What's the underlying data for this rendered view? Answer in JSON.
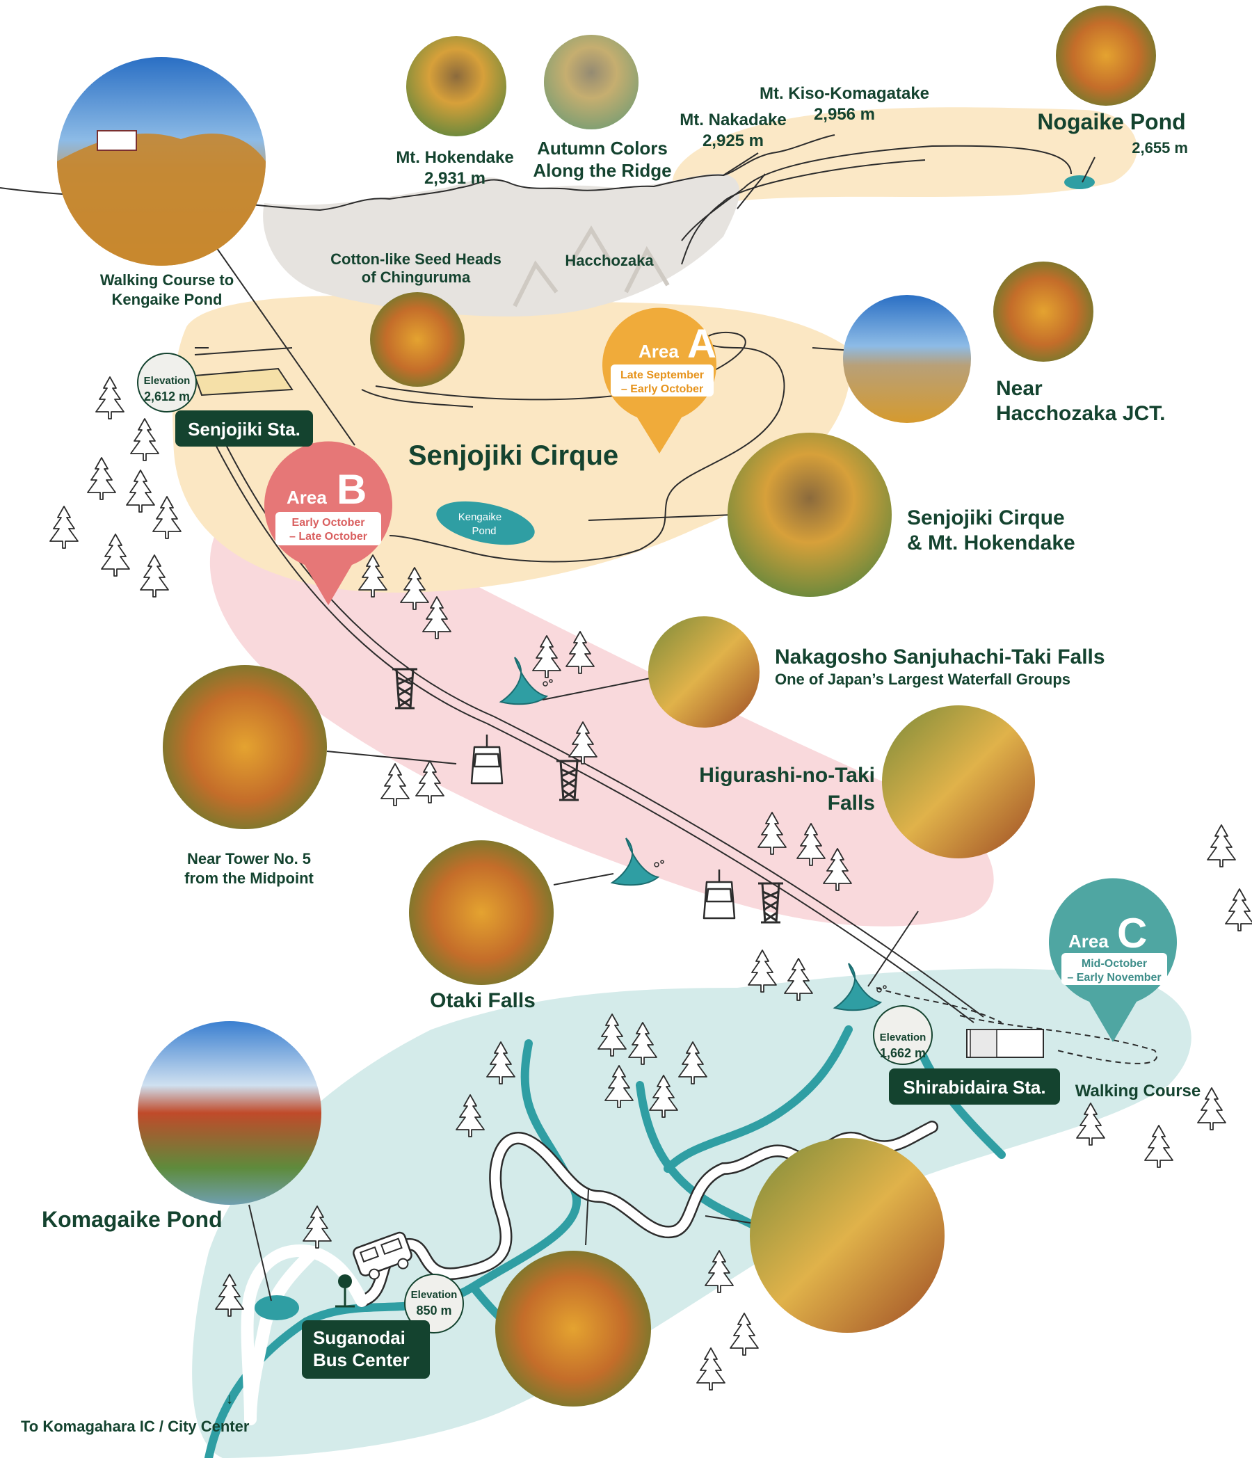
{
  "colors": {
    "dark_green": "#14432f",
    "area_a": "#f0ab3a",
    "area_a_zone": "#fbe7c3",
    "area_b": "#e67777",
    "area_b_zone": "#f9d9dc",
    "area_c": "#4fa6a2",
    "area_c_zone": "#d4ebea",
    "river": "#2f9ea3",
    "pond": "#2f9ea3"
  },
  "areas": {
    "a": {
      "word": "Area",
      "letter": "A",
      "period_line1": "Late September",
      "period_line2": "– Early October"
    },
    "b": {
      "word": "Area",
      "letter": "B",
      "period_line1": "Early October",
      "period_line2": "– Late October"
    },
    "c": {
      "word": "Area",
      "letter": "C",
      "period_line1": "Mid-October",
      "period_line2": "– Early November"
    }
  },
  "stations": {
    "senjojiki": {
      "name": "Senjojiki Sta.",
      "elev_word": "Elevation",
      "elev": "2,612 m"
    },
    "shirabidaira": {
      "name": "Shirabidaira Sta.",
      "elev_word": "Elevation",
      "elev": "1,662 m"
    },
    "suganodai": {
      "name_line1": "Suganodai",
      "name_line2": "Bus Center",
      "elev_word": "Elevation",
      "elev": "850 m"
    }
  },
  "peaks": {
    "hokendake": {
      "name": "Mt. Hokendake",
      "elev": "2,931 m"
    },
    "nakadake": {
      "name": "Mt. Nakadake",
      "elev": "2,925 m"
    },
    "kiso": {
      "name": "Mt. Kiso-Komagatake",
      "elev": "2,956 m"
    },
    "nogaike": {
      "name": "Nogaike Pond",
      "elev": "2,655 m"
    }
  },
  "labels": {
    "autumn_ridge_1": "Autumn Colors",
    "autumn_ridge_2": "Along the Ridge",
    "walking_kengaike_1": "Walking Course to",
    "walking_kengaike_2": "Kengaike Pond",
    "chinguruma_1": "Cotton-like Seed Heads",
    "chinguruma_2": "of Chinguruma",
    "hacchozaka": "Hacchozaka",
    "near_jct_1": "Near",
    "near_jct_2": "Hacchozaka JCT.",
    "cirque": "Senjojiki Cirque",
    "kengaike_1": "Kengaike",
    "kengaike_2": "Pond",
    "cirque_hoken_1": "Senjojiki Cirque",
    "cirque_hoken_2": "& Mt. Hokendake",
    "nakagosho": "Nakagosho Sanjuhachi-Taki Falls",
    "nakagosho_sub": "One of Japan’s Largest Waterfall Groups",
    "higurashi_1": "Higurashi-no-Taki",
    "higurashi_2": "Falls",
    "tower5_1": "Near Tower No. 5",
    "tower5_2": "from the Midpoint",
    "otaki": "Otaki Falls",
    "walking_course": "Walking Course",
    "komagaike": "Komagaike Pond",
    "to_ic": "To Komagahara IC / City Center",
    "arrow_down": "↓"
  }
}
